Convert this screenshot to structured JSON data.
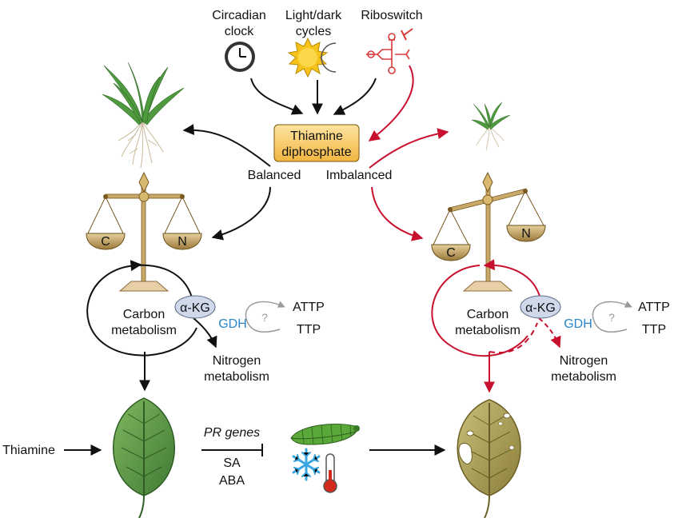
{
  "inputs": {
    "circadian": [
      "Circadian",
      "clock"
    ],
    "light_dark": [
      "Light/dark",
      "cycles"
    ],
    "riboswitch": "Riboswitch"
  },
  "center_box": [
    "Thiamine",
    "diphosphate"
  ],
  "states": {
    "balanced": "Balanced",
    "imbalanced": "Imbalanced"
  },
  "scale_pans": {
    "c": "C",
    "n": "N"
  },
  "metabolism": {
    "carbon": [
      "Carbon",
      "metabolism"
    ],
    "alpha_kg": "α-KG",
    "gdh": "GDH",
    "question": "?",
    "attp": "ATTP",
    "ttp": "TTP",
    "nitrogen": [
      "Nitrogen",
      "metabolism"
    ]
  },
  "bottom": {
    "thiamine": "Thiamine",
    "pr_genes": "PR genes",
    "sa": "SA",
    "aba": "ABA"
  },
  "colors": {
    "black_arrow": "#111111",
    "red_arrow": "#c8102e",
    "box_fill": "#f7c863",
    "node_fill": "#cfd9ea",
    "gdh_text": "#2a86c8",
    "healthy_leaf": "#5f9a48",
    "sick_leaf": "#a8a05a",
    "pan_fill": "#c8a96a"
  },
  "icons": [
    "clock-icon",
    "sun-moon-icon",
    "riboswitch-icon",
    "grass-icon",
    "small-grass-icon",
    "balance-scale-icon",
    "leaf-icon",
    "caterpillar-icon",
    "snowflake-icon",
    "thermometer-icon",
    "damaged-leaf-icon"
  ]
}
